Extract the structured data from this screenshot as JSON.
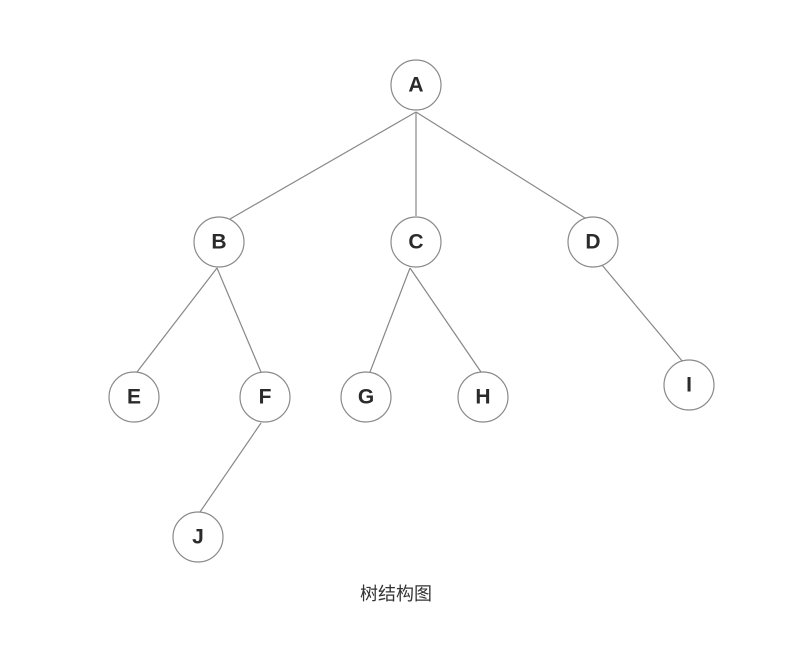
{
  "diagram": {
    "type": "tree",
    "nodes": [
      {
        "id": "A",
        "label": "A"
      },
      {
        "id": "B",
        "label": "B"
      },
      {
        "id": "C",
        "label": "C"
      },
      {
        "id": "D",
        "label": "D"
      },
      {
        "id": "E",
        "label": "E"
      },
      {
        "id": "F",
        "label": "F"
      },
      {
        "id": "G",
        "label": "G"
      },
      {
        "id": "H",
        "label": "H"
      },
      {
        "id": "I",
        "label": "I"
      },
      {
        "id": "J",
        "label": "J"
      }
    ],
    "edges": [
      {
        "from": "A",
        "to": "B"
      },
      {
        "from": "A",
        "to": "C"
      },
      {
        "from": "A",
        "to": "D"
      },
      {
        "from": "B",
        "to": "E"
      },
      {
        "from": "B",
        "to": "F"
      },
      {
        "from": "C",
        "to": "G"
      },
      {
        "from": "C",
        "to": "H"
      },
      {
        "from": "D",
        "to": "I"
      },
      {
        "from": "F",
        "to": "J"
      }
    ]
  },
  "caption": "树结构图"
}
